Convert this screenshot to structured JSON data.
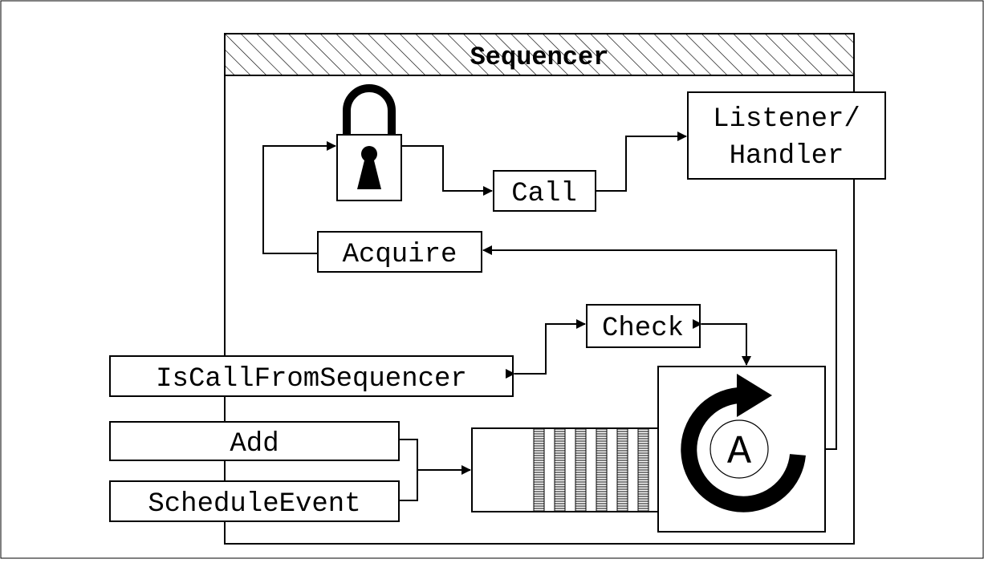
{
  "title": "Sequencer",
  "boxes": {
    "listener_line1": "Listener/",
    "listener_line2": "Handler",
    "call": "Call",
    "acquire": "Acquire",
    "check": "Check",
    "is_call_from_sequencer": "IsCallFromSequencer",
    "add": "Add",
    "schedule_event": "ScheduleEvent"
  },
  "loop_symbol": "A",
  "icons": [
    "lock-icon",
    "event-queue-icon",
    "event-loop-icon",
    "arrow-icon"
  ],
  "colors": {
    "stroke": "#000000",
    "background": "#ffffff"
  }
}
